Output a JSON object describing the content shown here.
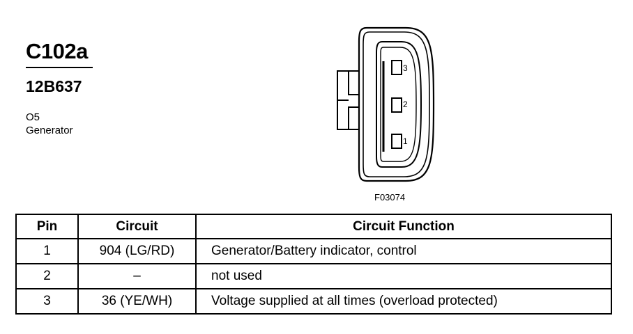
{
  "connector": {
    "id": "C102a",
    "part_number": "12B637",
    "location": "O5",
    "description": "Generator",
    "figure_id": "F03074",
    "pin_labels": [
      "3",
      "2",
      "1"
    ]
  },
  "table": {
    "headers": {
      "pin": "Pin",
      "circuit": "Circuit",
      "function": "Circuit Function"
    },
    "rows": [
      {
        "pin": "1",
        "circuit": "904 (LG/RD)",
        "function": "Generator/Battery indicator, control"
      },
      {
        "pin": "2",
        "circuit": "–",
        "function": "not used"
      },
      {
        "pin": "3",
        "circuit": "36 (YE/WH)",
        "function": "Voltage supplied at all times (overload protected)"
      }
    ]
  }
}
